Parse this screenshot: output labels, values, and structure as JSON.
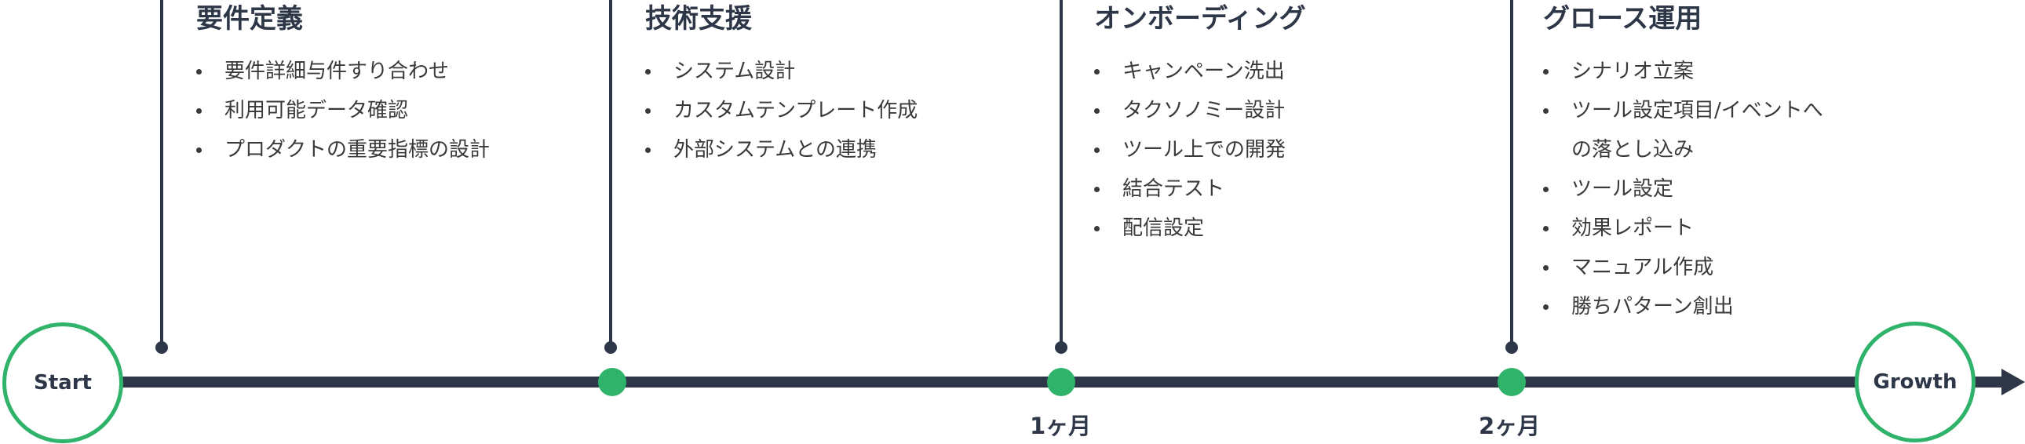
{
  "start_label": "Start",
  "end_label": "Growth",
  "colors": {
    "accent": "#2fb36a",
    "axis": "#2d3748"
  },
  "phases": [
    {
      "title": "要件定義",
      "items": [
        "要件詳細与件すり合わせ",
        "利用可能データ確認",
        "プロダクトの重要指標の設計"
      ]
    },
    {
      "title": "技術支援",
      "items": [
        "システム設計",
        "カスタムテンプレート作成",
        "外部システムとの連携"
      ]
    },
    {
      "title": "オンボーディング",
      "items": [
        "キャンペーン洗出",
        "タクソノミー設計",
        "ツール上での開発",
        "結合テスト",
        "配信設定"
      ]
    },
    {
      "title": "グロース運用",
      "items": [
        "シナリオ立案",
        "ツール設定項目/イベントへ",
        "の落とし込み",
        "ツール設定",
        "効果レポート",
        "マニュアル作成",
        "勝ちパターン創出"
      ]
    }
  ],
  "milestones": [
    "1ヶ月",
    "2ヶ月"
  ]
}
